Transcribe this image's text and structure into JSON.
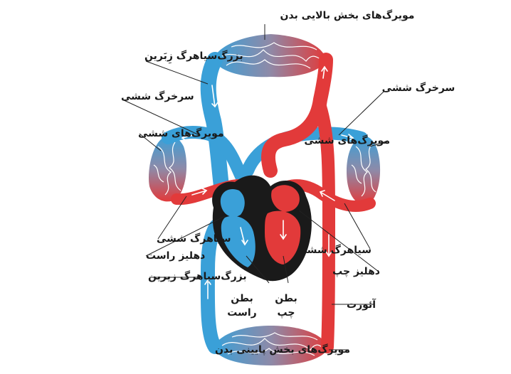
{
  "labels": {
    "upper_capillaries": "مویرگ‌های بخش بالایی بدن",
    "superior_vena_cava": "بزرگ‌سیاهرگ زِبَرین",
    "pulmonary_artery_left": "سرخرگ ششی",
    "pulmonary_capillaries_left": "مویرگ‌های ششی",
    "pulmonary_artery_right": "سرخرگ ششی",
    "pulmonary_capillaries_right": "مویرگ‌های ششی",
    "pulmonary_vein_left": "سیاهرگ ششی",
    "right_atrium": "دهلیز راست",
    "inferior_vena_cava": "بزرگ‌سیاهرگ زیرین",
    "right_ventricle_line1": "بطن",
    "right_ventricle_line2": "راست",
    "left_ventricle_line1": "بطن",
    "left_ventricle_line2": "چپ",
    "pulmonary_vein_right": "سیاهرگ ششی",
    "left_atrium": "دهلیز چپ",
    "aorta": "آئورت",
    "lower_capillaries": "مویرگ‌های بخش پایینی بدن"
  },
  "colors": {
    "oxygen_poor": "#3aa0d8",
    "oxygen_rich": "#e23a3a",
    "heart_muscle": "#1a1a1a"
  }
}
